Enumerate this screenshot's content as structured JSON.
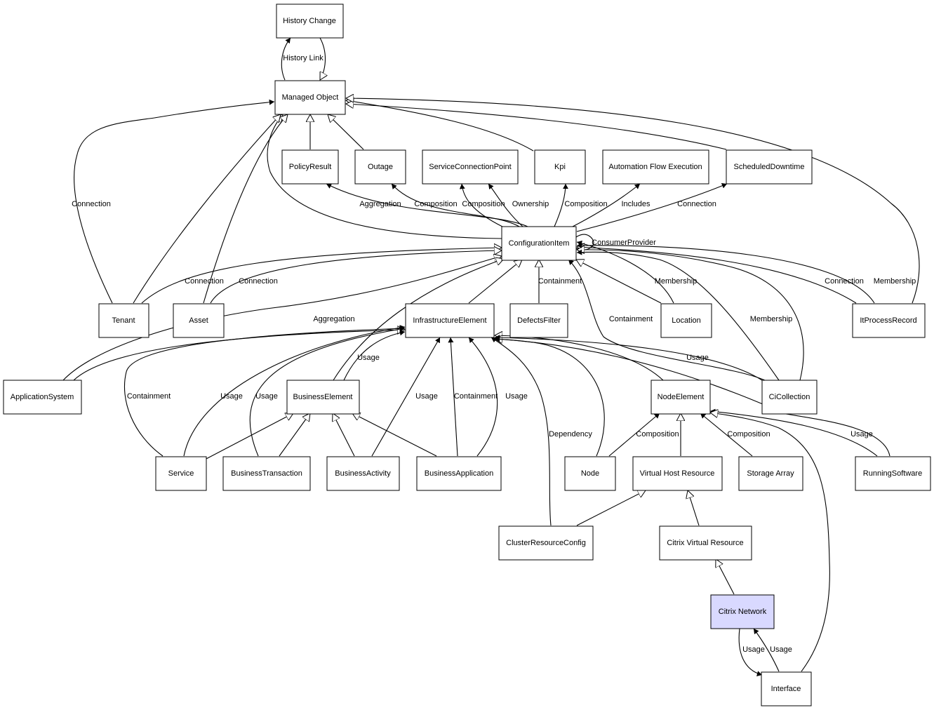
{
  "colors": {
    "highlight_fill": "#d9d9ff",
    "stroke": "#000000",
    "background": "#ffffff"
  },
  "nodes": {
    "history_change": "History Change",
    "managed_object": "Managed Object",
    "policy_result": "PolicyResult",
    "outage": "Outage",
    "service_connection_point": "ServiceConnectionPoint",
    "kpi": "Kpi",
    "automation_flow_execution": "Automation Flow Execution",
    "scheduled_downtime": "ScheduledDowntime",
    "configuration_item": "ConfigurationItem",
    "tenant": "Tenant",
    "asset": "Asset",
    "infrastructure_element": "InfrastructureElement",
    "defects_filter": "DefectsFilter",
    "location": "Location",
    "it_process_record": "ItProcessRecord",
    "application_system": "ApplicationSystem",
    "business_element": "BusinessElement",
    "node_element": "NodeElement",
    "ci_collection": "CiCollection",
    "service": "Service",
    "business_transaction": "BusinessTransaction",
    "business_activity": "BusinessActivity",
    "business_application": "BusinessApplication",
    "node": "Node",
    "virtual_host_resource": "Virtual Host Resource",
    "storage_array": "Storage Array",
    "running_software": "RunningSoftware",
    "cluster_resource_config": "ClusterResourceConfig",
    "citrix_virtual_resource": "Citrix Virtual Resource",
    "citrix_network": "Citrix Network",
    "interface": "Interface"
  },
  "edge_labels": {
    "history_link": "History Link",
    "tenant_mo_connection": "Connection",
    "aggregation_policy": "Aggregation",
    "composition_outage": "Composition",
    "composition_scp": "Composition",
    "ownership_scp": "Ownership",
    "composition_kpi": "Composition",
    "includes_afe": "Includes",
    "connection_sd": "Connection",
    "consumer_provider": "ConsumerProvider",
    "tenant_ci_connection": "Connection",
    "asset_ci_connection": "Connection",
    "containment_defects": "Containment",
    "membership_location": "Membership",
    "connection_itpr": "Connection",
    "membership_itpr": "Membership",
    "aggregation_appsys": "Aggregation",
    "containment_location": "Containment",
    "membership_cicol": "Membership",
    "usage_be": "Usage",
    "usage_cicol": "Usage",
    "containment_service": "Containment",
    "usage_service": "Usage",
    "usage_bt": "Usage",
    "usage_ba": "Usage",
    "containment_bapp": "Containment",
    "usage_bapp": "Usage",
    "dependency_crc": "Dependency",
    "composition_node": "Composition",
    "composition_storage": "Composition",
    "usage_running": "Usage",
    "usage_cn_iface": "Usage",
    "usage_iface_cn": "Usage"
  }
}
